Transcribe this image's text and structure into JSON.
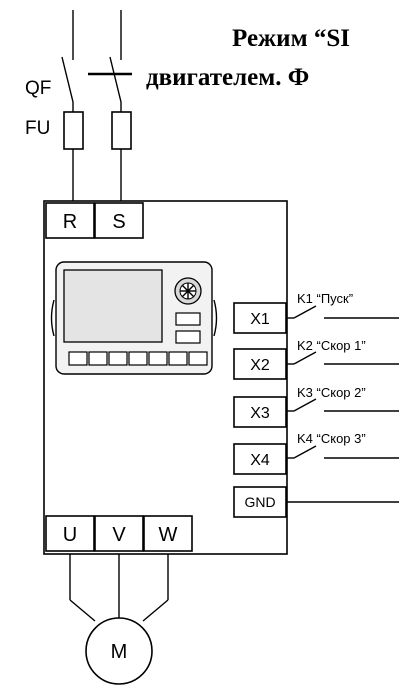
{
  "title": {
    "line1": "Режим “SI",
    "line2": "двигателем. Ф"
  },
  "labels": {
    "qf": "QF",
    "fu": "FU",
    "motor": "M"
  },
  "terminals": {
    "r": "R",
    "s": "S",
    "u": "U",
    "v": "V",
    "w": "W",
    "x1": "X1",
    "x2": "X2",
    "x3": "X3",
    "x4": "X4",
    "gnd": "GND"
  },
  "contacts": {
    "k1": "K1 “Пуск”",
    "k2": "K2 “Скор 1”",
    "k3": "K3 “Скор 2”",
    "k4": "K4 “Скор 3”"
  }
}
